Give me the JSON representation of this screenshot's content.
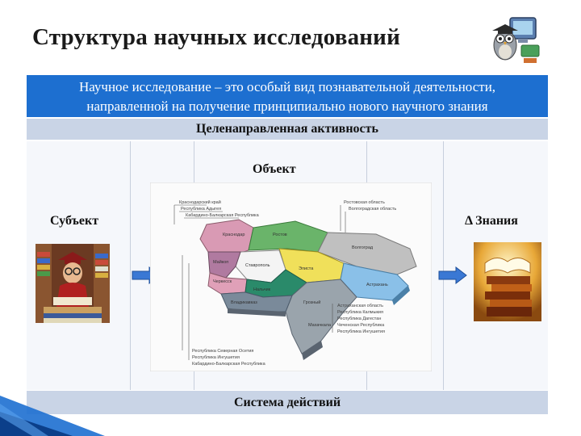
{
  "slide": {
    "title": "Структура научных исследований",
    "definition_line1": "Научное исследование – это особый вид познавательной деятельности,",
    "definition_line2": "направленной на получение принципиально нового научного знания",
    "activity_label": "Целенаправленная активность",
    "object_label": "Объект",
    "subject_label": "Субъект",
    "knowledge_label": "Δ Знания",
    "actions_label": "Система действий"
  },
  "map": {
    "left_callouts": [
      "Краснодарский край",
      "Республика Адыгея",
      "Кабардино-Балкарская Республика"
    ],
    "right_callouts_top": [
      "Ростовская область",
      "Волгоградская область"
    ],
    "right_callouts_bottom": [
      "Астраханская область",
      "Республика Калмыкия",
      "Республика Дагестан",
      "Чеченская Республика",
      "Республика Ингушетия"
    ],
    "bottom_callouts": [
      "Республика Северная Осетия",
      "Республика Ингушетия",
      "Кабардино-Балкарская Республика"
    ],
    "regions": [
      "Краснодар",
      "Ставрополь",
      "Ростов",
      "Волгоград",
      "Астрахань",
      "Элиста",
      "Махачкала",
      "Грозный",
      "Нальчик",
      "Майкоп",
      "Черкесск",
      "Владикавказ"
    ]
  },
  "colors": {
    "definition_bg": "#1d6fd0",
    "band_bg": "#c9d4e6",
    "grid_bg": "#f5f7fb",
    "arrow": "#3a78d4"
  },
  "icons": [
    "owl-computer-mascot-icon",
    "right-arrow-icon",
    "student-with-books-illustration",
    "open-books-illustration",
    "region-map-illustration"
  ]
}
